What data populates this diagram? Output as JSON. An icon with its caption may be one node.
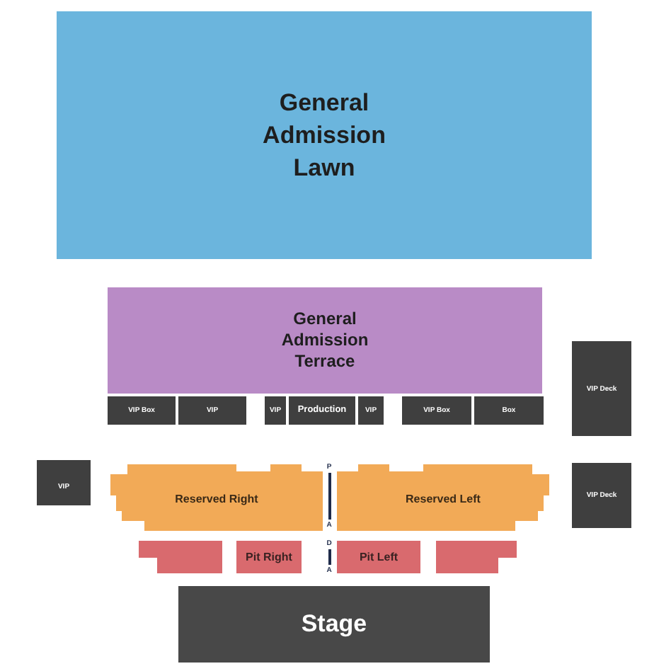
{
  "diagram": {
    "nodes": [
      {
        "text": [
          "General Admission Lawn"
        ]
      },
      {
        "text": [
          "General Admission Terrace"
        ]
      },
      {
        "text": [
          "VIP Box"
        ]
      },
      {
        "text": [
          "VIP"
        ]
      },
      {
        "text": [
          "VIP"
        ]
      },
      {
        "text": [
          "Production"
        ]
      },
      {
        "text": [
          "VIP"
        ]
      },
      {
        "text": [
          "VIP Box"
        ]
      },
      {
        "text": [
          "Box"
        ]
      },
      {
        "text": [
          "VIP Deck"
        ]
      },
      {
        "text": [
          "VIP"
        ]
      },
      {
        "text": [
          "Reserved Right"
        ]
      },
      {
        "text": [
          "Reserved Left"
        ]
      },
      {
        "text": [
          "VIP Deck"
        ]
      },
      {
        "text": [],
        "shape": "box"
      },
      {
        "text": [
          "Pit Right"
        ]
      },
      {
        "text": [
          "Pit Left"
        ]
      },
      {
        "text": [],
        "shape": "box"
      },
      {
        "text": [
          "Stage"
        ]
      }
    ],
    "labels": [
      "P",
      "A",
      "D",
      "A"
    ]
  }
}
